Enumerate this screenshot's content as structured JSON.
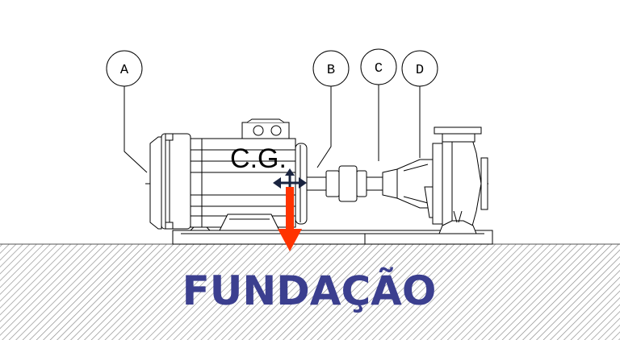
{
  "labels": {
    "callouts": [
      "A",
      "B",
      "C",
      "D"
    ],
    "cg": "C.G.",
    "foundation": "FUNDAÇÃO"
  },
  "colors": {
    "foundation_text": "#3b3f8f",
    "hatch": "#8a8a8a",
    "force_arrow": "#ff3300",
    "cg_marker": "#1a2440"
  }
}
